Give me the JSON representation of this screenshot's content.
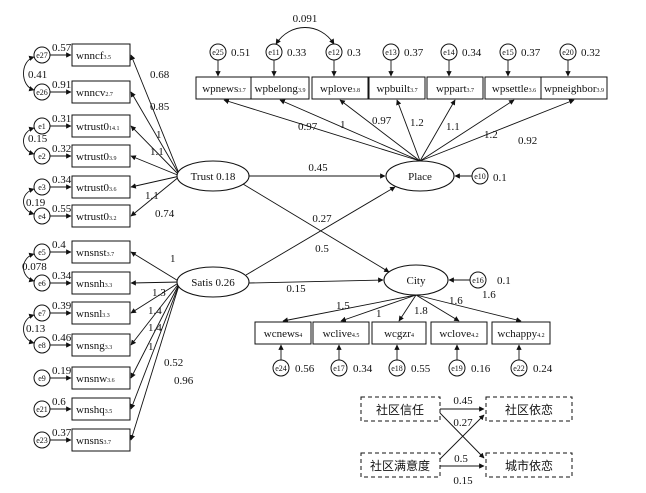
{
  "latent": {
    "trust": {
      "label": "Trust",
      "value": "0.18"
    },
    "satis": {
      "label": "Satis",
      "value": "0.26"
    },
    "place": {
      "label": "Place"
    },
    "city": {
      "label": "City"
    }
  },
  "left_indicators": [
    {
      "main": "wnncf",
      "sub": "3.5",
      "r2": "0.57",
      "err": "e27",
      "load": "0.68"
    },
    {
      "main": "wnncv",
      "sub": "2.7",
      "r2": "0.91",
      "err": "e26",
      "load": "0.85"
    },
    {
      "main": "wtrust0",
      "sub": "14.1",
      "r2": "0.31",
      "err": "e1",
      "load": "1"
    },
    {
      "main": "wtrust0",
      "sub": "3.9",
      "r2": "0.32",
      "err": "e2",
      "load": "1.1"
    },
    {
      "main": "wtrust0",
      "sub": "3.6",
      "r2": "0.34",
      "err": "e3",
      "load": "1.1"
    },
    {
      "main": "wtrust0",
      "sub": "3.2",
      "r2": "0.55",
      "err": "e4",
      "load": "0.74"
    },
    {
      "main": "wnsnst",
      "sub": "3.7",
      "r2": "0.4",
      "err": "e5",
      "load": "1"
    },
    {
      "main": "wnsnh",
      "sub": "3.3",
      "r2": "0.34",
      "err": "e6",
      "load": "1.3"
    },
    {
      "main": "wnsnl",
      "sub": "3.3",
      "r2": "0.39",
      "err": "e7",
      "load": "1.4"
    },
    {
      "main": "wnsng",
      "sub": "3.3",
      "r2": "0.46",
      "err": "e8",
      "load": "1.4"
    },
    {
      "main": "wnsnw",
      "sub": "3.6",
      "r2": "0.19",
      "err": "e9",
      "load": "1"
    },
    {
      "main": "wnshq",
      "sub": "3.5",
      "r2": "0.6",
      "err": "e21",
      "load": "0.52"
    },
    {
      "main": "wnsns",
      "sub": "3.7",
      "r2": "0.37",
      "err": "e23",
      "load": "0.96"
    }
  ],
  "left_covariances": [
    {
      "value": "0.41"
    },
    {
      "value": "0.15"
    },
    {
      "value": "0.19"
    },
    {
      "value": "0.078"
    },
    {
      "value": "0.13"
    }
  ],
  "top_indicators": [
    {
      "main": "wpnews",
      "sub": "3.7",
      "r2": "0.51",
      "err": "e25",
      "load": "0.97"
    },
    {
      "main": "wpbelong",
      "sub": "3.9",
      "r2": "0.33",
      "err": "e11",
      "load": "1"
    },
    {
      "main": "wplove",
      "sub": "3.8",
      "r2": "0.3",
      "err": "e12",
      "load": "0.97"
    },
    {
      "main": "wpbuilt",
      "sub": "3.7",
      "r2": "0.37",
      "err": "e13",
      "load": "1.2"
    },
    {
      "main": "wppart",
      "sub": "3.7",
      "r2": "0.34",
      "err": "e14",
      "load": "1.1"
    },
    {
      "main": "wpsettle",
      "sub": "3.6",
      "r2": "0.37",
      "err": "e15",
      "load": "1.2"
    },
    {
      "main": "wpneighbor",
      "sub": "3.9",
      "r2": "0.32",
      "err": "e20",
      "load": "0.92"
    }
  ],
  "top_covariance": {
    "value": "0.091"
  },
  "bottom_indicators": [
    {
      "main": "wcnews",
      "sub": "4",
      "r2": "0.56",
      "err": "e24",
      "load": "1.5"
    },
    {
      "main": "wclive",
      "sub": "4.5",
      "r2": "0.34",
      "err": "e17",
      "load": "1"
    },
    {
      "main": "wcgzr",
      "sub": "4",
      "r2": "0.55",
      "err": "e18",
      "load": "1.8"
    },
    {
      "main": "wclove",
      "sub": "4.2",
      "r2": "0.16",
      "err": "e19",
      "load": "1.6"
    },
    {
      "main": "wchappy",
      "sub": "4.2",
      "r2": "0.24",
      "err": "e22",
      "load": "1.6"
    }
  ],
  "latent_errors": {
    "place": {
      "err": "e10",
      "value": "0.1"
    },
    "city": {
      "err": "e16",
      "value": "0.1"
    }
  },
  "paths": {
    "trust_place": "0.45",
    "trust_city": "0.27",
    "satis_place": "0.5",
    "satis_city": "0.15"
  },
  "legend": {
    "trust": "社区信任",
    "satis": "社区满意度",
    "place": "社区依恋",
    "city": "城市依恋",
    "v_trust_place": "0.45",
    "v_trust_city": "0.27",
    "v_satis_place": "0.5",
    "v_satis_city": "0.15"
  }
}
